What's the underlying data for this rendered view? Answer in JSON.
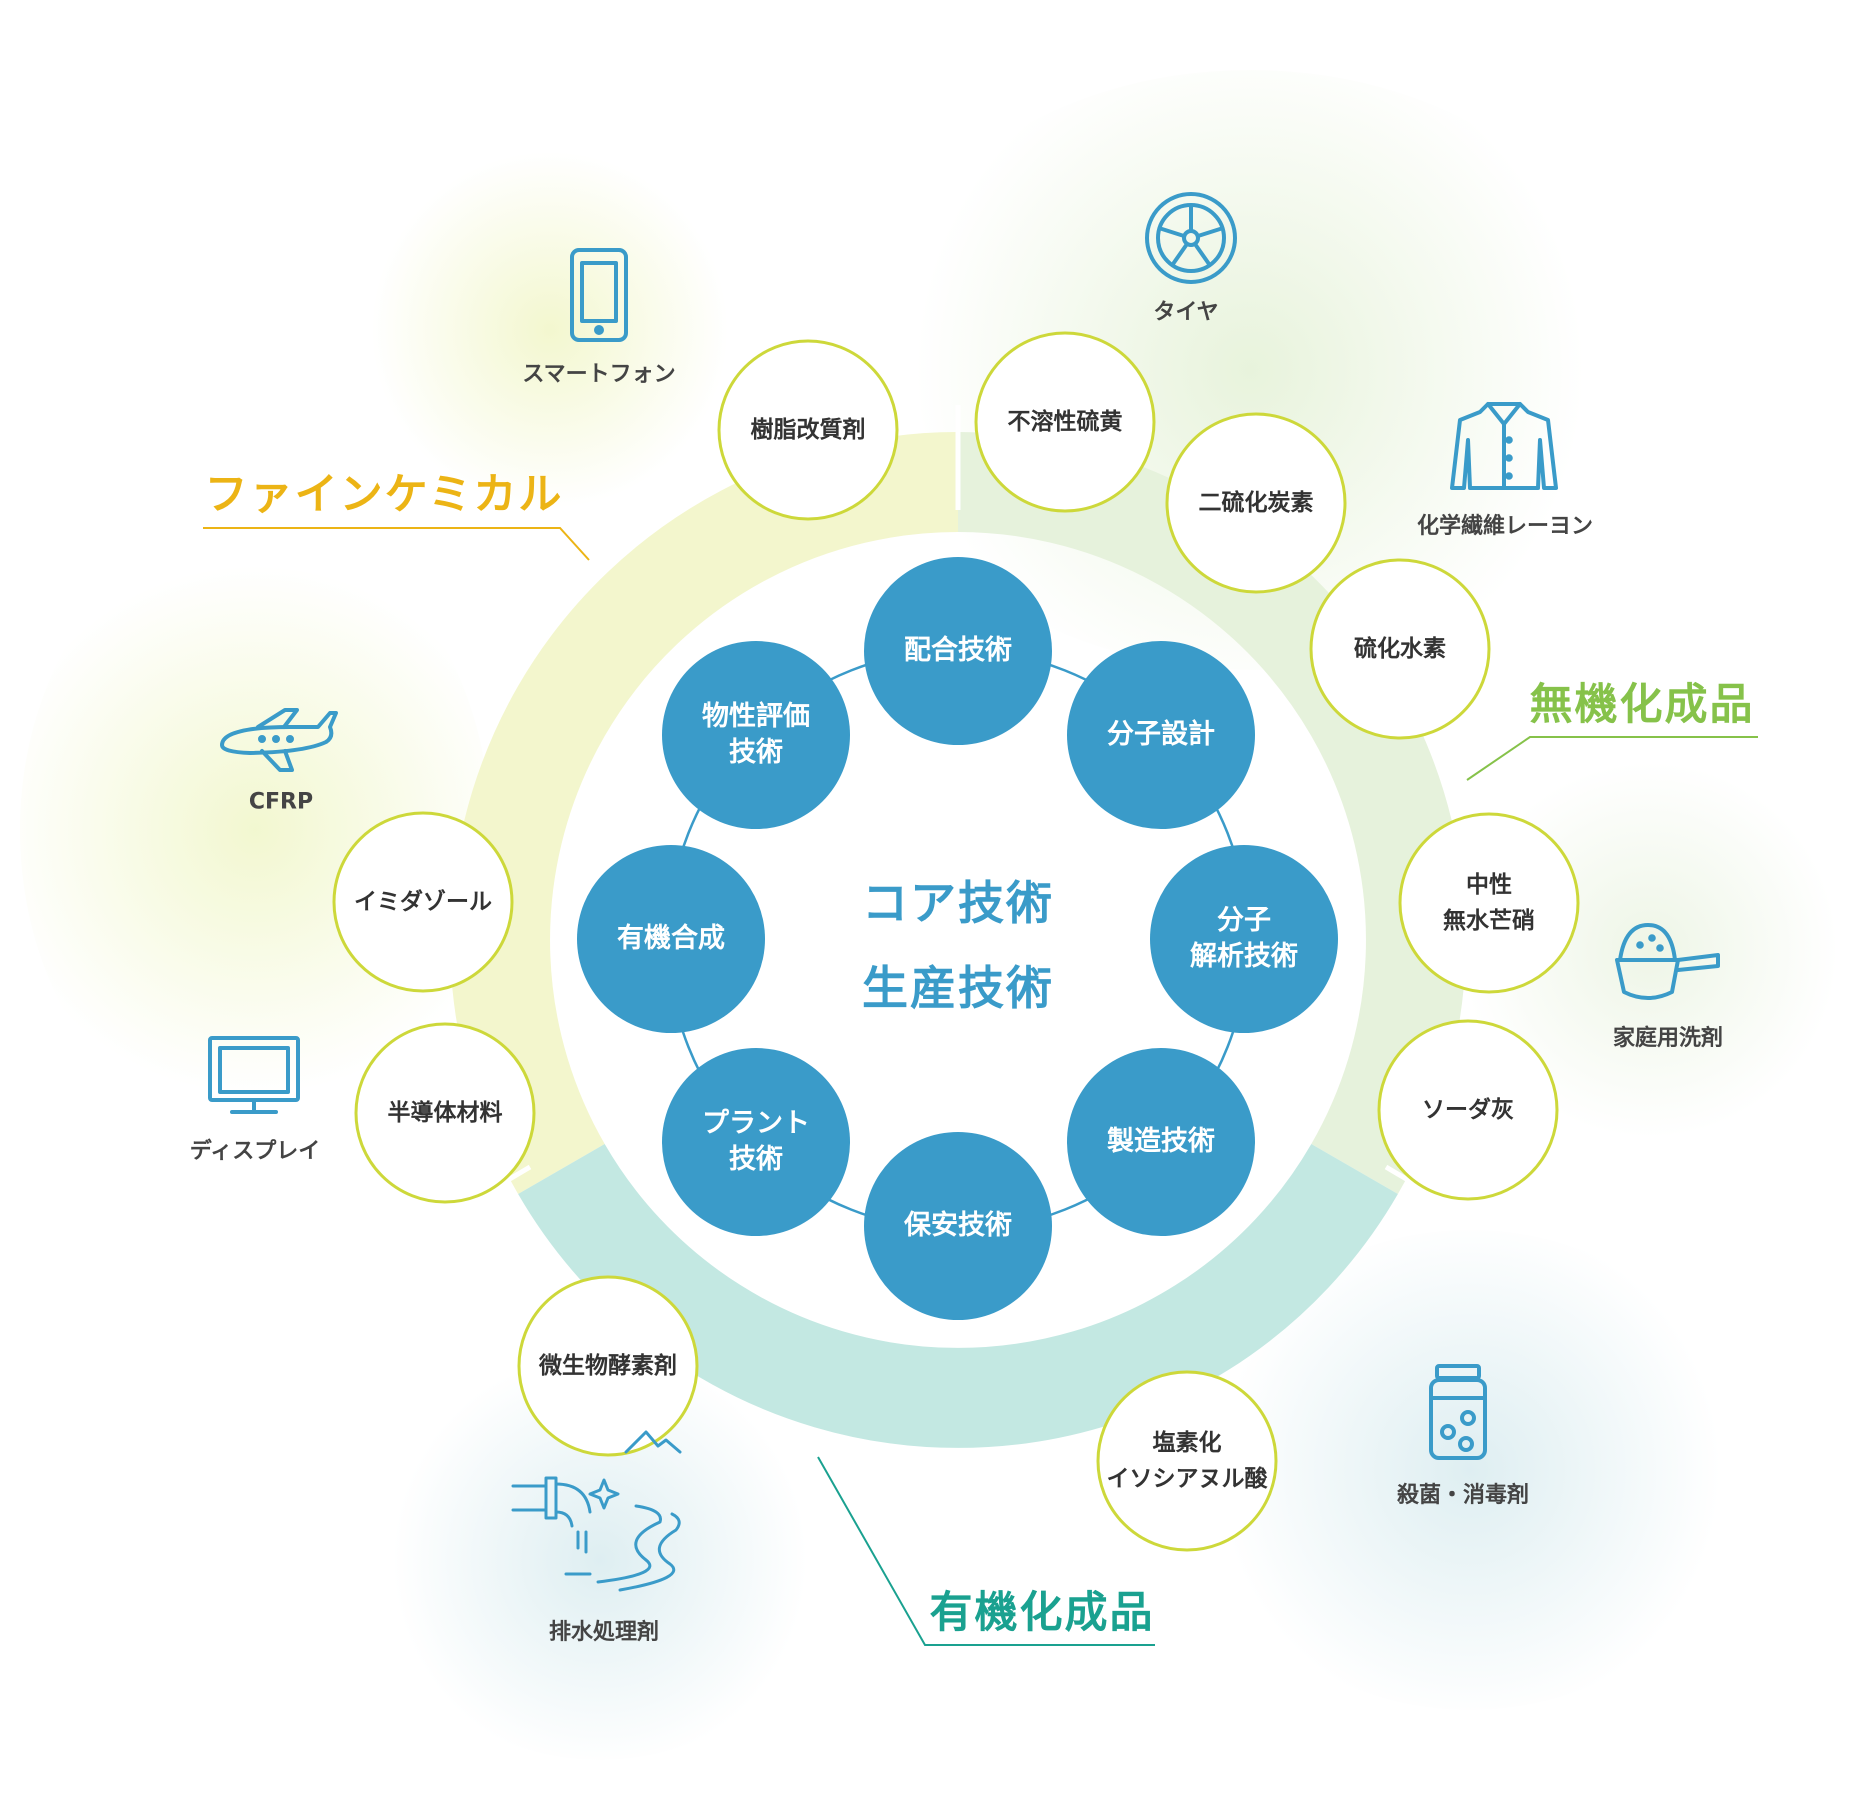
{
  "colors": {
    "tech_fill": "#3a9bc9",
    "core_title": "#3a9bc9",
    "fine_band": "#f3f6cd",
    "inorganic_band": "#e6f2dc",
    "organic_band": "#c3e8e2",
    "product_border": "#cdd83a",
    "icon_stroke": "#3a9bc9",
    "fine_label": "#ecb415",
    "inorganic_label": "#86c24a",
    "organic_label": "#1aa190"
  },
  "core": {
    "line1": "コア技術",
    "line2": "生産技術"
  },
  "technologies": [
    "配合技術",
    "分子設計",
    "分子\n解析技術",
    "製造技術",
    "保安技術",
    "プラント\n技術",
    "有機合成",
    "物性評価\n技術"
  ],
  "categories": {
    "fine": {
      "title": "ファインケミカル"
    },
    "inorganic": {
      "title": "無機化成品"
    },
    "organic": {
      "title": "有機化成品"
    }
  },
  "products": [
    "樹脂改質剤",
    "イミダゾール",
    "半導体材料",
    "不溶性硫黄",
    "二硫化炭素",
    "硫化水素",
    "中性\n無水芒硝",
    "ソーダ灰",
    "微生物酵素剤",
    "塩素化\nイソシアヌル酸"
  ],
  "applications": [
    {
      "label": "スマートフォン",
      "icon": "smartphone-icon"
    },
    {
      "label": "CFRP",
      "icon": "airplane-icon"
    },
    {
      "label": "ディスプレイ",
      "icon": "monitor-icon"
    },
    {
      "label": "タイヤ",
      "icon": "tire-icon"
    },
    {
      "label": "化学繊維レーヨン",
      "icon": "shirt-icon"
    },
    {
      "label": "家庭用洗剤",
      "icon": "detergent-scoop-icon"
    },
    {
      "label": "殺菌・消毒剤",
      "icon": "pill-bottle-icon"
    },
    {
      "label": "排水処理剤",
      "icon": "wastewater-icon"
    }
  ]
}
